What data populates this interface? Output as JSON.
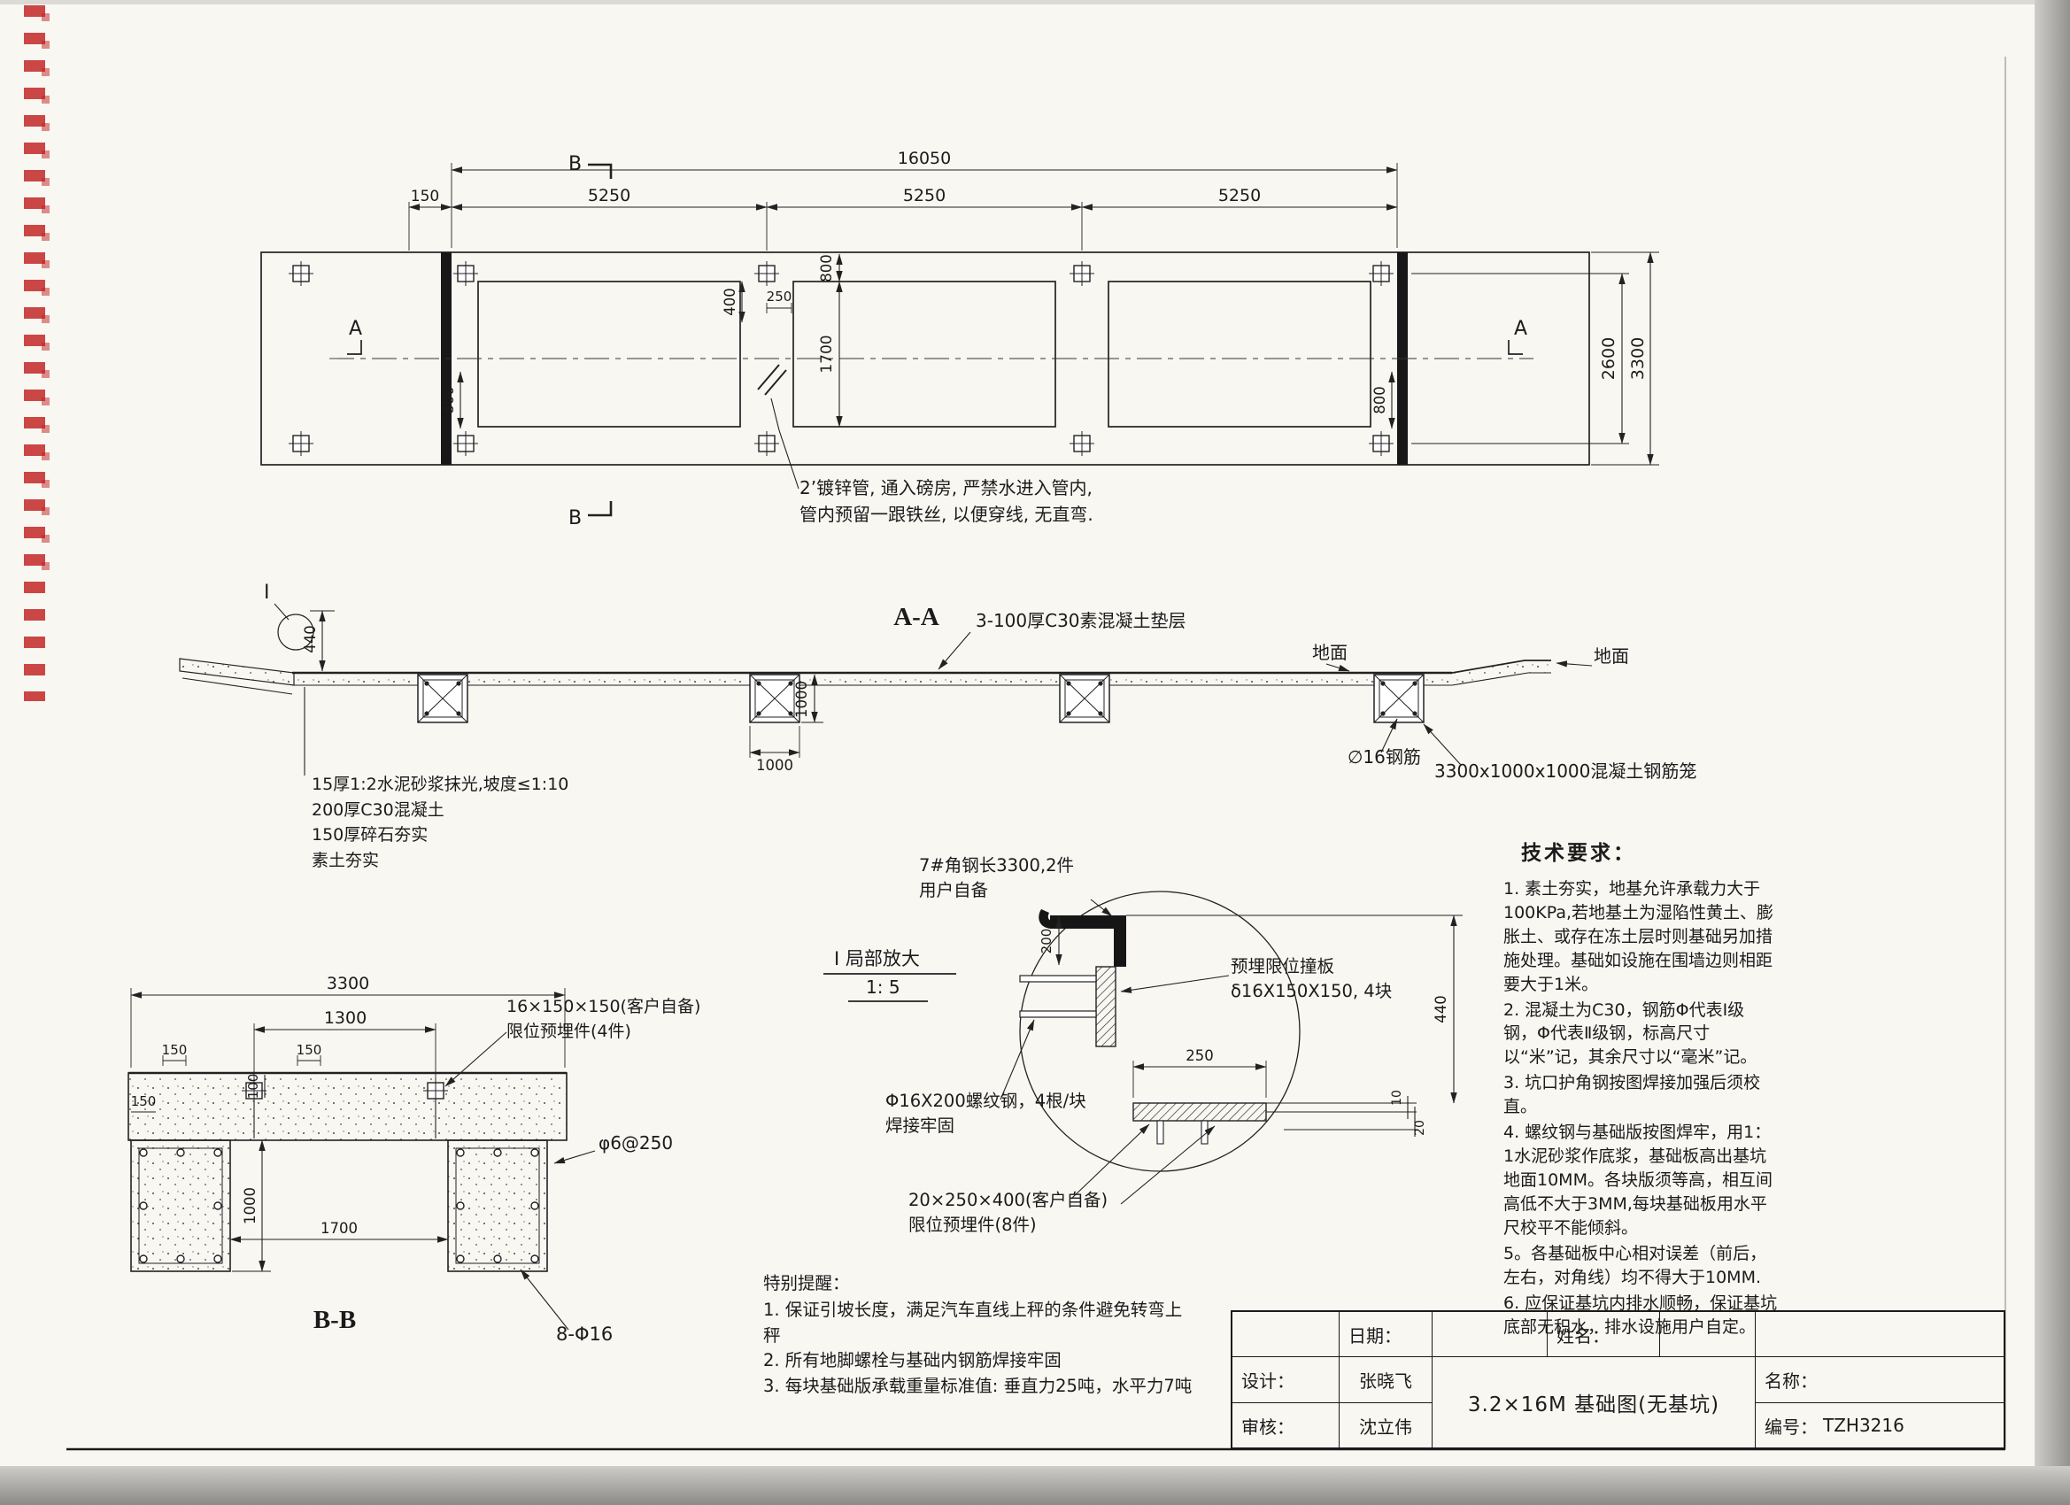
{
  "plan": {
    "marker_b": "B",
    "marker_a": "A",
    "dim_total": "16050",
    "dim_150": "150",
    "dim_5250_1": "5250",
    "dim_5250_2": "5250",
    "dim_5250_3": "5250",
    "dim_800_top": "800",
    "dim_400": "400",
    "dim_250": "250",
    "dim_1700": "1700",
    "dim_800_left": "800",
    "dim_800_right": "800",
    "dim_2600": "2600",
    "dim_3300": "3300",
    "pipe_note_1": "2’镀锌管, 通入磅房, 严禁水进入管内,",
    "pipe_note_2": "管内预留一跟铁丝, 以便穿线, 无直弯."
  },
  "section_aa": {
    "title": "A-A",
    "detail_ref": "I",
    "dim_440": "440",
    "dim_1000_v": "1000",
    "dim_1000_h": "1000",
    "label_cushion": "3-100厚C30素混凝土垫层",
    "label_ground_1": "地面",
    "label_ground_2": "地面",
    "label_rebar": "∅16钢筋",
    "label_cage": "3300x1000x1000混凝土钢筋笼",
    "note_1": "15厚1:2水泥砂浆抹光,坡度≤1:10",
    "note_2": "200厚C30混凝土",
    "note_3": "150厚碎石夯实",
    "note_4": "素土夯实"
  },
  "section_bb": {
    "title": "B-B",
    "dim_3300": "3300",
    "dim_1300": "1300",
    "dim_150_a": "150",
    "dim_150_b": "150",
    "dim_100": "100",
    "dim_150_c": "150",
    "dim_1000": "1000",
    "dim_1700": "1700",
    "embed_label_1": "16×150×150(客户自备)",
    "embed_label_2": "限位预埋件(4件)",
    "stirrup_label": "φ6@250",
    "rebar_label": "8-Φ16"
  },
  "detail_i": {
    "title": "I 局部放大",
    "scale": "1: 5",
    "angle_label_1": "7#角钢长3300,2件",
    "angle_label_2": "用户自备",
    "plate_label_1": "预埋限位撞板",
    "plate_label_2": "δ16X150X150, 4块",
    "bolt_label_1": "Φ16X200螺纹钢，4根/块",
    "bolt_label_2": "焊接牢固",
    "embed_label_1": "20×250×400(客户自备)",
    "embed_label_2": "限位预埋件(8件)",
    "dim_200": "200",
    "dim_250": "250",
    "dim_440": "440",
    "dim_10": "10",
    "dim_20": "20"
  },
  "tech": {
    "title": "技术要求：",
    "items": [
      "1. 素土夯实，地基允许承载力大于100KPa,若地基土为湿陷性黄土、膨胀土、或存在冻土层时则基础另加措施处理。基础如设施在围墙边则相距要大于1米。",
      "2. 混凝土为C30，钢筋Φ代表Ⅰ级钢，Φ代表Ⅱ级钢，标高尺寸以“米”记，其余尺寸以“毫米”记。",
      "3. 坑口护角钢按图焊接加强后须校直。",
      "4. 螺纹钢与基础版按图焊牢，用1：1水泥砂浆作底浆，基础板高出基坑地面10MM。各块版须等高，相互间高低不大于3MM,每块基础板用水平尺校平不能倾斜。",
      "5。各基础板中心相对误差（前后，左右，对角线）均不得大于10MM.",
      "6. 应保证基坑内排水顺畅，保证基坑底部无积水，排水设施用户自定。"
    ]
  },
  "reminder": {
    "title": "特别提醒：",
    "items": [
      "1. 保证引坡长度，满足汽车直线上秤的条件避免转弯上秤",
      "2. 所有地脚螺栓与基础内钢筋焊接牢固",
      "3. 每块基础版承载重量标准值: 垂直力25吨，水平力7吨"
    ]
  },
  "title_block": {
    "date_label": "日期：",
    "name_label": "姓名：",
    "designer_label": "设计：",
    "designer": "张晓飞",
    "reviewer_label": "审核：",
    "reviewer": "沈立伟",
    "drawing_title": "3.2×16M 基础图(无基坑)",
    "title_label": "名称：",
    "number_label": "编号：",
    "number": "TZH3216"
  }
}
